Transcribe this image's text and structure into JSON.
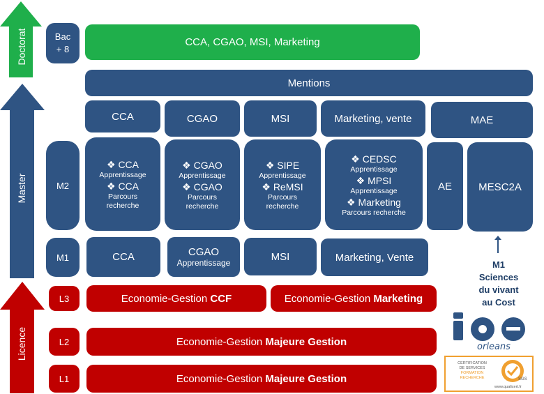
{
  "arrows": {
    "doctorat": "Doctorat",
    "master": "Master",
    "licence": "Licence"
  },
  "levels": {
    "bac8": [
      "Bac",
      "+ 8"
    ],
    "m2": "M2",
    "m1": "M1",
    "l3": "L3",
    "l2": "L2",
    "l1": "L1"
  },
  "doctorat_box": "CCA, CGAO, MSI, Marketing",
  "mentions_header": "Mentions",
  "mentions": [
    "CCA",
    "CGAO",
    "MSI",
    "Marketing, vente",
    "MAE"
  ],
  "m2": {
    "cca": [
      {
        "name": "❖ CCA",
        "sub": "Apprentissage"
      },
      {
        "name": "❖ CCA",
        "sub": "Parcours recherche"
      }
    ],
    "cgao": [
      {
        "name": "❖ CGAO",
        "sub": "Apprentissage"
      },
      {
        "name": "❖ CGAO",
        "sub": "Parcours recherche"
      }
    ],
    "msi": [
      {
        "name": "❖ SIPE",
        "sub": "Apprentissage"
      },
      {
        "name": "❖ ReMSI",
        "sub": "Parcours recherche"
      }
    ],
    "marketing": [
      {
        "name": "❖ CEDSC",
        "sub": "Apprentissage"
      },
      {
        "name": "❖ MPSI",
        "sub": "Apprentissage"
      },
      {
        "name": "❖ Marketing",
        "sub": "Parcours recherche"
      }
    ],
    "ae": "AE",
    "mesc2a": "MESC2A"
  },
  "m1": {
    "cca": "CCA",
    "cgao": "CGAO",
    "cgao_sub": "Apprentissage",
    "msi": "MSI",
    "marketing": "Marketing, Vente"
  },
  "m1_sciences": [
    "M1",
    "Sciences",
    "du vivant",
    "au Cost"
  ],
  "licence": {
    "l3_ccf_prefix": "Economie-Gestion ",
    "l3_ccf_bold": "CCF",
    "l3_mkt_prefix": "Economie-Gestion ",
    "l3_mkt_bold": "Marketing",
    "l2_prefix": "Economie-Gestion ",
    "l2_bold": "Majeure Gestion",
    "l1_prefix": "Economie-Gestion ",
    "l1_bold": "Majeure Gestion"
  },
  "logo": {
    "letters": "iae",
    "city": "orleans"
  },
  "certification": {
    "lines": [
      "CERTIFICATION",
      "DE SERVICES",
      "FORMATION",
      "RECHERCHE"
    ],
    "sgs": "SGS",
    "website": "www.qualicert.fr"
  },
  "colors": {
    "blue": "#2f5483",
    "red": "#c00000",
    "green": "#1faf4b",
    "orange": "#f0a030"
  }
}
